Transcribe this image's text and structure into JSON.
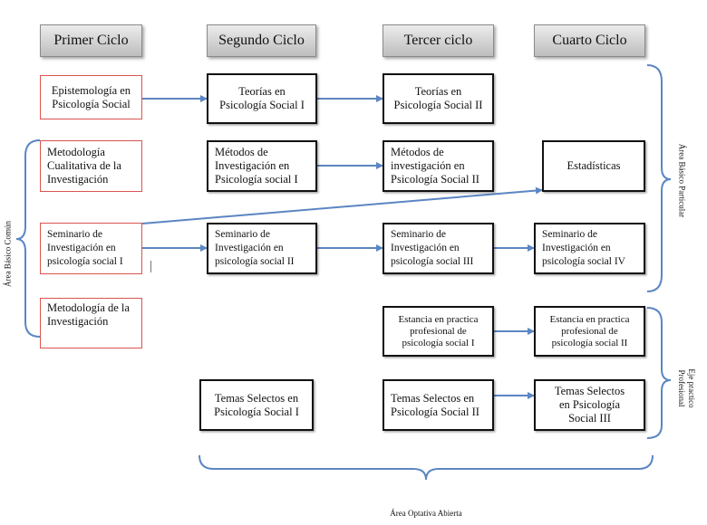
{
  "headers": [
    "Primer Ciclo",
    "Segundo Ciclo",
    "Tercer ciclo",
    "Cuarto Ciclo"
  ],
  "boxes": {
    "epistemologia": "Epistemología en\nPsicología Social",
    "teorias1": "Teorías en\nPsicología Social I",
    "teorias2": "Teorías en\nPsicología Social II",
    "metodologia_cualitativa": "Metodología\nCualitativa de la\nInvestigación",
    "metodos1": "Métodos de\nInvestigación en\nPsicología social I",
    "metodos2": "Métodos de\ninvestigación en\nPsicología Social II",
    "estadisticas": "Estadísticas",
    "seminario1": "Seminario de\nInvestigación en\npsicología social  I",
    "seminario2": "Seminario de\nInvestigación en\npsicología social  II",
    "seminario3": "Seminario de\nInvestigación en\npsicología social  III",
    "seminario4": "Seminario de\nInvestigación en\npsicología social  IV",
    "metodologia_investigacion": "Metodología de la\nInvestigación",
    "estancia1": "Estancia en practica\nprofesional de\npsicología social I",
    "estancia2": "Estancia en practica\nprofesional de\npsicología social II",
    "temas1": "Temas Selectos en\nPsicología Social I",
    "temas2": "Temas Selectos en\nPsicología Social II",
    "temas3": "Temas Selectos\nen Psicología\nSocial III"
  },
  "labels": {
    "area_basico_comun": "Área Básico Común",
    "area_basico_particular": "Área Básico Particular",
    "eje_practico": "Eje practico\nProfesional",
    "area_optativa": "Área Optativa Abierta"
  },
  "colors": {
    "arrow": "#5b86c2",
    "red_border": "#d9534f"
  }
}
